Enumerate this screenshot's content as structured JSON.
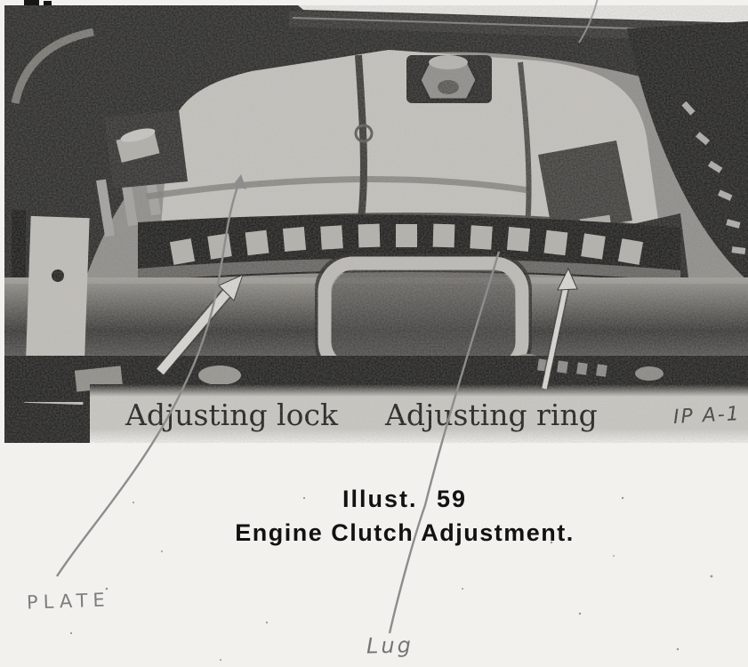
{
  "figure": {
    "photo": {
      "label_left": "Adjusting lock",
      "label_right": "Adjusting ring",
      "plate_code": "IP A-1"
    },
    "caption": {
      "line1": "Illust. 59",
      "line2": "Engine Clutch Adjustment."
    },
    "annotations": {
      "plate": "PLATE",
      "lug": "Lug"
    }
  },
  "palette": {
    "paper": "#f3f1ed",
    "photo_mid": "#8e8c88",
    "photo_dark": "#232321",
    "plate_light": "#c6c4bf",
    "strip": "#cbc9c4",
    "pencil": "#8d8d8d",
    "arrow_white": "#dcdad5"
  }
}
